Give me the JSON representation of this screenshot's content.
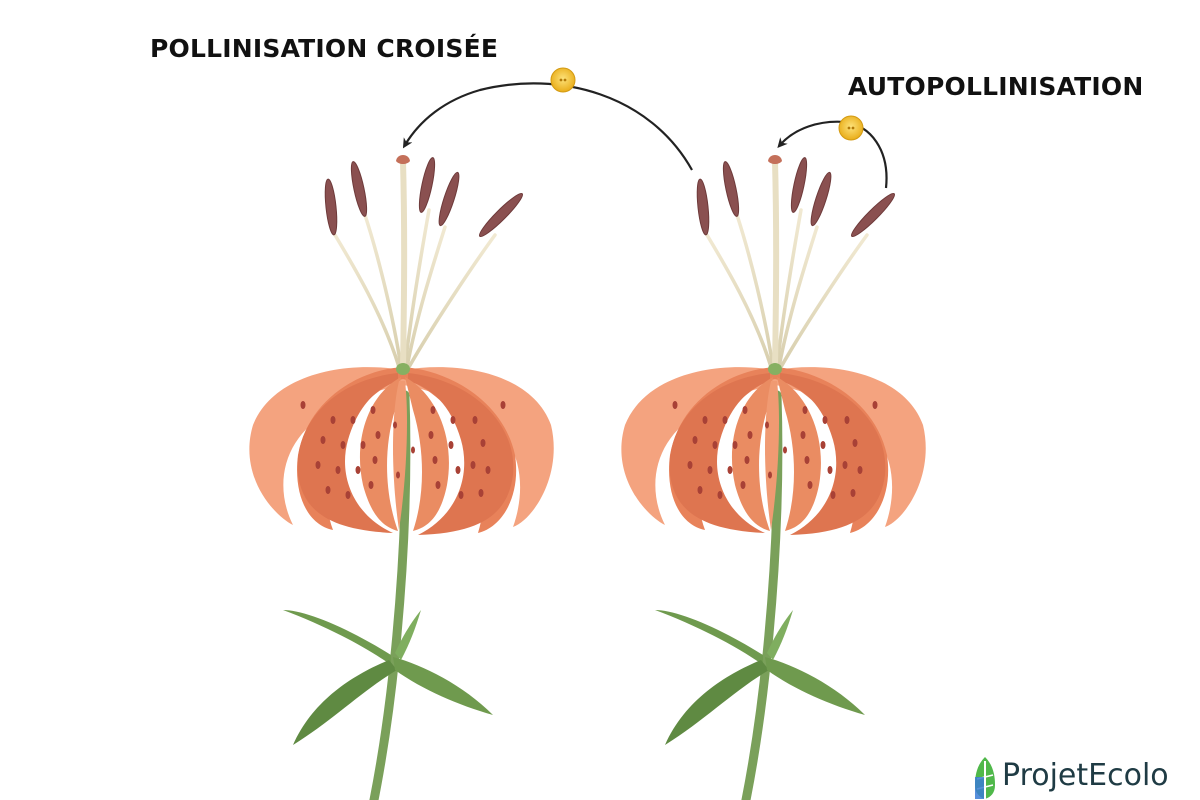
{
  "labels": {
    "cross_pollination": "POLLINISATION CROISÉE",
    "self_pollination": "AUTOPOLLINISATION"
  },
  "logo": {
    "text": "ProjetEcolo"
  },
  "colors": {
    "petal": "#e8825a",
    "petal_light": "#f4a37f",
    "petal_dark": "#d46a44",
    "spot": "#a84136",
    "anther": "#8a5050",
    "filament": "#e6dcc0",
    "stem": "#7aa05a",
    "leaf": "#6f9a4e",
    "pollen": "#f2c12e",
    "arrow": "#222222"
  },
  "icons": [
    "pollen-grain-icon",
    "arrow-head-icon",
    "logo-leaf-icon"
  ]
}
